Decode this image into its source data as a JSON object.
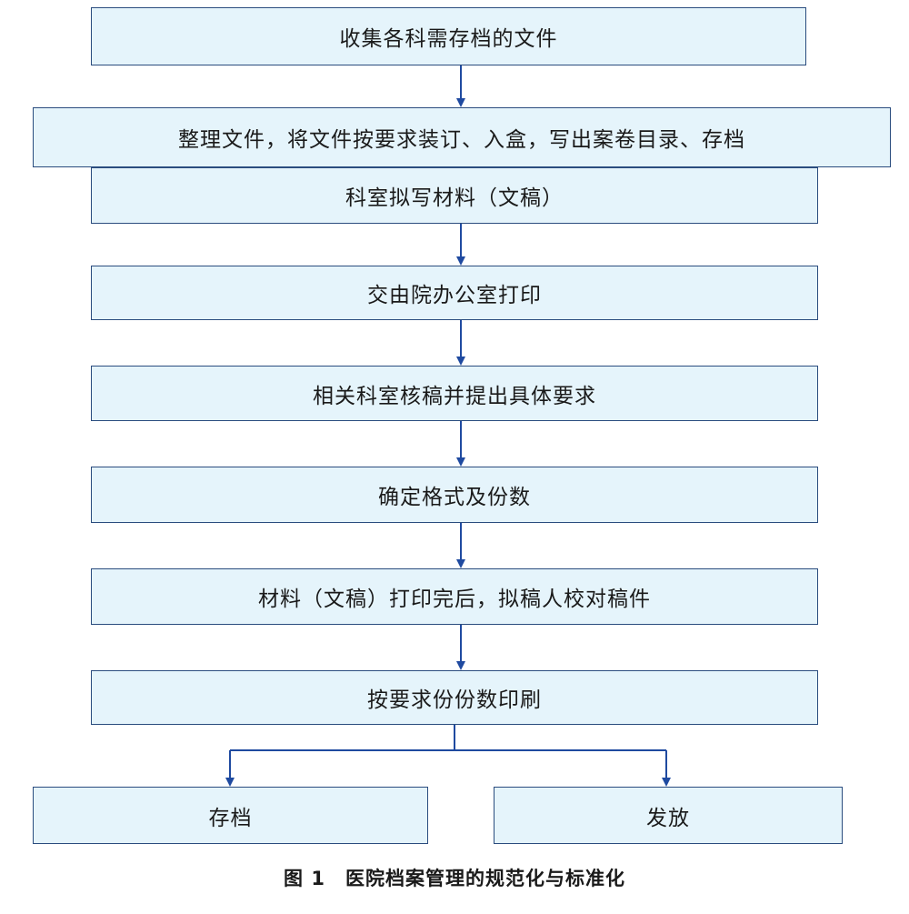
{
  "steps": {
    "collect": "收集各科需存档的文件",
    "organize": "整理文件，将文件按要求装订、入盒，写出案卷目录、存档",
    "draft": "科室拟写材料（文稿）",
    "print": "交由院办公室打印",
    "review": "相关科室核稿并提出具体要求",
    "format": "确定格式及份数",
    "proofread": "材料（文稿）打印完后，拟稿人校对稿件",
    "mass_print": "按要求份份数印刷",
    "archive": "存档",
    "distribute": "发放"
  },
  "caption": "图 1　医院档案管理的规范化与标准化",
  "colors": {
    "box_fill": "#e5f4fb",
    "box_border": "#2a4c7e",
    "arrow": "#1f4aa0"
  }
}
